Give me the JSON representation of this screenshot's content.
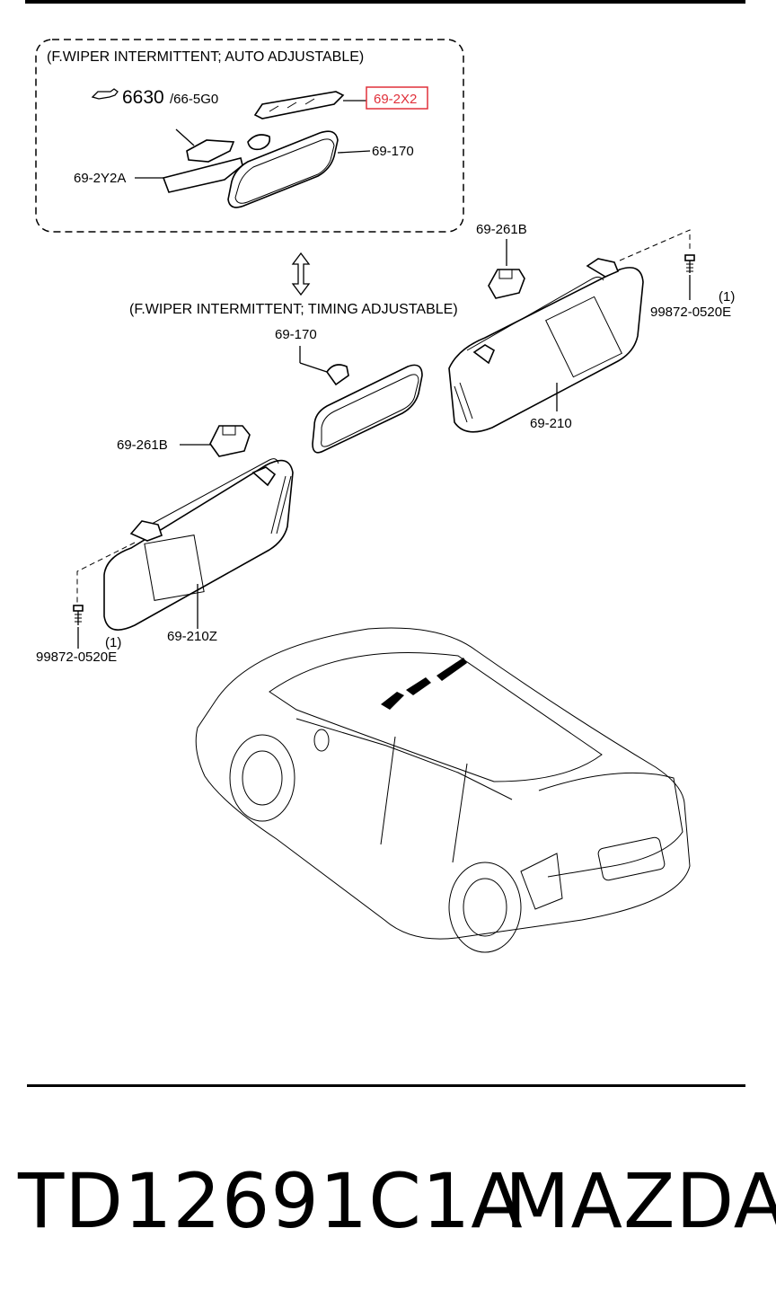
{
  "diagram": {
    "caption_auto": "(F.WIPER INTERMITTENT; AUTO ADJUSTABLE)",
    "caption_timing": "(F.WIPER INTERMITTENT; TIMING ADJUSTABLE)",
    "labels": {
      "ref_main": "6630",
      "ref_sub": "/66-5G0",
      "p_692x2": "69-2X2",
      "p_692y2a": "69-2Y2A",
      "p_69170_auto": "69-170",
      "p_69170_timing": "69-170",
      "p_69261b_right": "69-261B",
      "p_69261b_left": "69-261B",
      "p_69210": "69-210",
      "p_69210z": "69-210Z",
      "screw_right": "99872-0520E",
      "screw_right_qty": "(1)",
      "screw_left": "99872-0520E",
      "screw_left_qty": "(1)"
    },
    "highlight_color": "#e0303a"
  },
  "footer": {
    "part_number": "TD12691C1A",
    "brand": "MAZDA"
  }
}
